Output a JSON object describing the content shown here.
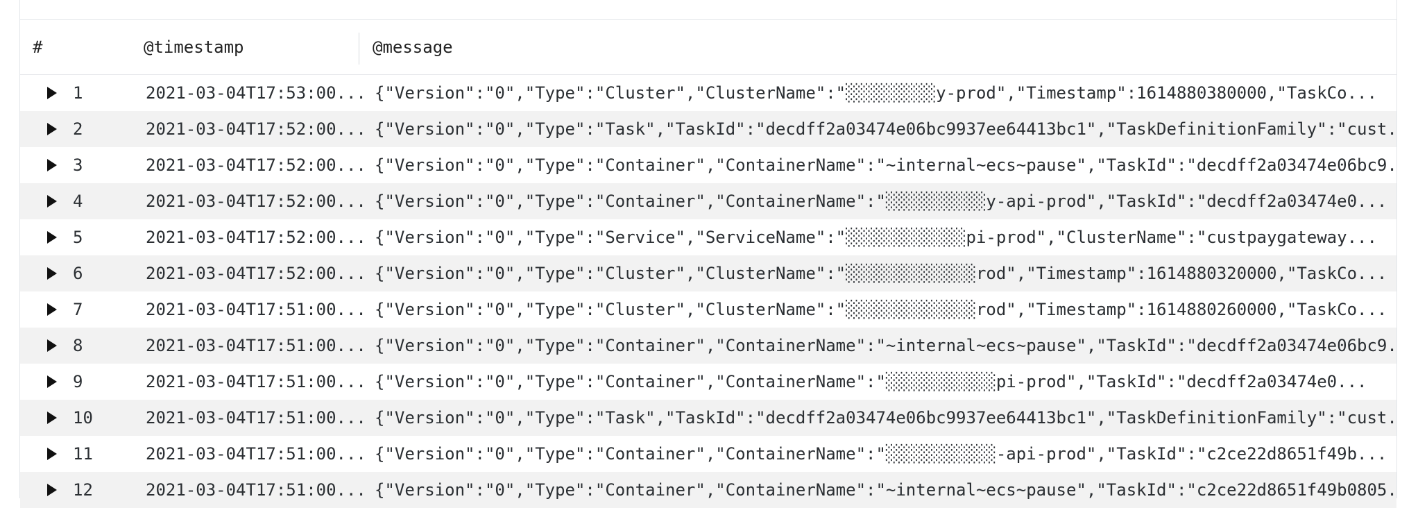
{
  "table": {
    "columns": [
      "#",
      "@timestamp",
      "@message"
    ],
    "rows": [
      {
        "index": "1",
        "timestamp": "2021-03-04T17:53:00...",
        "message": "{\"Version\":\"0\",\"Type\":\"Cluster\",\"ClusterName\":\"░░░░░░░░░y-prod\",\"Timestamp\":1614880380000,\"TaskCo..."
      },
      {
        "index": "2",
        "timestamp": "2021-03-04T17:52:00...",
        "message": "{\"Version\":\"0\",\"Type\":\"Task\",\"TaskId\":\"decdff2a03474e06bc9937ee64413bc1\",\"TaskDefinitionFamily\":\"cust..."
      },
      {
        "index": "3",
        "timestamp": "2021-03-04T17:52:00...",
        "message": "{\"Version\":\"0\",\"Type\":\"Container\",\"ContainerName\":\"~internal~ecs~pause\",\"TaskId\":\"decdff2a03474e06bc9..."
      },
      {
        "index": "4",
        "timestamp": "2021-03-04T17:52:00...",
        "message": "{\"Version\":\"0\",\"Type\":\"Container\",\"ContainerName\":\"░░░░░░░░░░y-api-prod\",\"TaskId\":\"decdff2a03474e0..."
      },
      {
        "index": "5",
        "timestamp": "2021-03-04T17:52:00...",
        "message": "{\"Version\":\"0\",\"Type\":\"Service\",\"ServiceName\":\"░░░░░░░░░░░░pi-prod\",\"ClusterName\":\"custpaygateway..."
      },
      {
        "index": "6",
        "timestamp": "2021-03-04T17:52:00...",
        "message": "{\"Version\":\"0\",\"Type\":\"Cluster\",\"ClusterName\":\"░░░░░░░░░░░░░rod\",\"Timestamp\":1614880320000,\"TaskCo..."
      },
      {
        "index": "7",
        "timestamp": "2021-03-04T17:51:00...",
        "message": "{\"Version\":\"0\",\"Type\":\"Cluster\",\"ClusterName\":\"░░░░░░░░░░░░░rod\",\"Timestamp\":1614880260000,\"TaskCo..."
      },
      {
        "index": "8",
        "timestamp": "2021-03-04T17:51:00...",
        "message": "{\"Version\":\"0\",\"Type\":\"Container\",\"ContainerName\":\"~internal~ecs~pause\",\"TaskId\":\"decdff2a03474e06bc9..."
      },
      {
        "index": "9",
        "timestamp": "2021-03-04T17:51:00...",
        "message": "{\"Version\":\"0\",\"Type\":\"Container\",\"ContainerName\":\"░░░░░░░░░░░pi-prod\",\"TaskId\":\"decdff2a03474e0..."
      },
      {
        "index": "10",
        "timestamp": "2021-03-04T17:51:00...",
        "message": "{\"Version\":\"0\",\"Type\":\"Task\",\"TaskId\":\"decdff2a03474e06bc9937ee64413bc1\",\"TaskDefinitionFamily\":\"cust..."
      },
      {
        "index": "11",
        "timestamp": "2021-03-04T17:51:00...",
        "message": "{\"Version\":\"0\",\"Type\":\"Container\",\"ContainerName\":\"░░░░░░░░░░░-api-prod\",\"TaskId\":\"c2ce22d8651f49b..."
      },
      {
        "index": "12",
        "timestamp": "2021-03-04T17:51:00...",
        "message": "{\"Version\":\"0\",\"Type\":\"Container\",\"ContainerName\":\"~internal~ecs~pause\",\"TaskId\":\"c2ce22d8651f49b0805..."
      }
    ]
  },
  "icons": {
    "expand_row": "triangle-right-icon"
  },
  "colors": {
    "row_alt": "#f2f2f2",
    "border": "#e3e6ea",
    "text": "#2b2f33",
    "axis_text": "#8a8f96"
  }
}
